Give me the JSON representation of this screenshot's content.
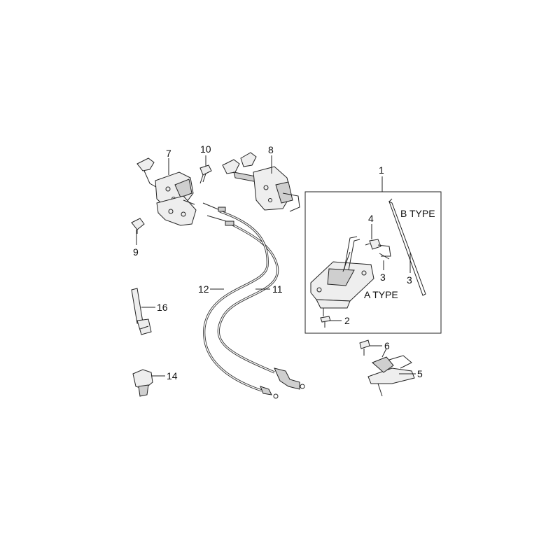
{
  "callouts": [
    {
      "id": "c1",
      "text": "1"
    },
    {
      "id": "c2",
      "text": "2"
    },
    {
      "id": "c3a",
      "text": "3"
    },
    {
      "id": "c3b",
      "text": "3"
    },
    {
      "id": "c4",
      "text": "4"
    },
    {
      "id": "c5",
      "text": "5"
    },
    {
      "id": "c6",
      "text": "6"
    },
    {
      "id": "c7",
      "text": "7"
    },
    {
      "id": "c8",
      "text": "8"
    },
    {
      "id": "c9",
      "text": "9"
    },
    {
      "id": "c10",
      "text": "10"
    },
    {
      "id": "c11",
      "text": "11"
    },
    {
      "id": "c12",
      "text": "12"
    },
    {
      "id": "c14",
      "text": "14"
    },
    {
      "id": "c16",
      "text": "16"
    }
  ],
  "type_labels": {
    "a_type": "A TYPE",
    "b_type": "B TYPE"
  },
  "colors": {
    "line": "#222222",
    "part_fill": "#eeeeee",
    "part_shade": "#cfcfcf",
    "background": "#ffffff"
  }
}
